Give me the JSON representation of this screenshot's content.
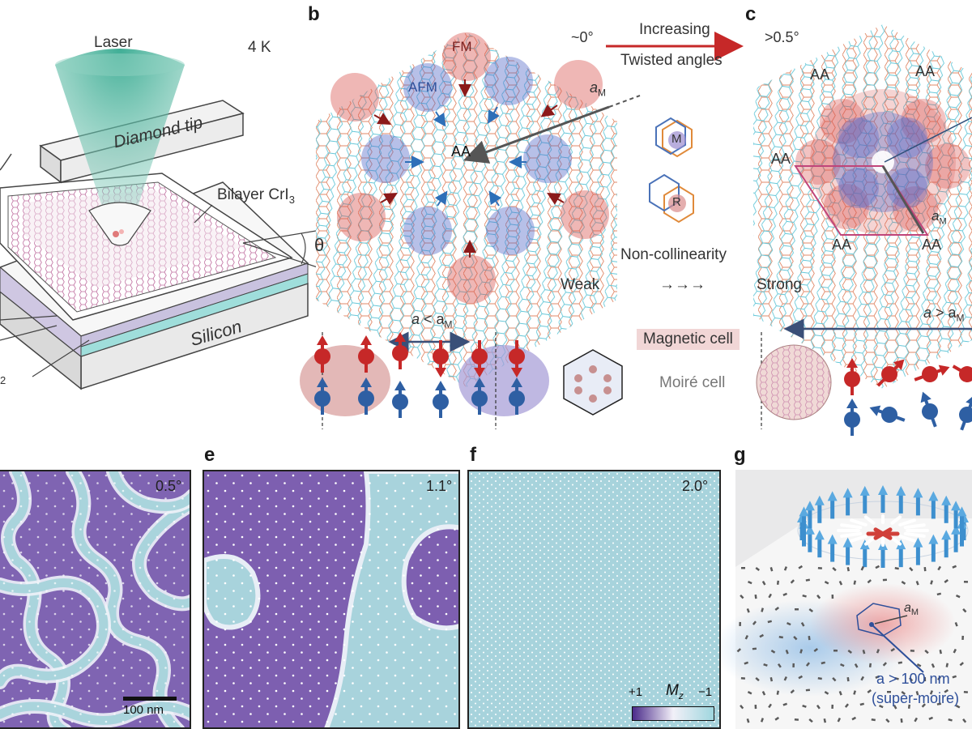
{
  "panels": {
    "a": {
      "laser": "Laser",
      "temp": "4 K",
      "tip": "Diamond tip",
      "sample_pre": "Bilayer CrI",
      "sample_sub": "3",
      "substrate": "Silicon",
      "angle": "θ",
      "cut_label": "2"
    },
    "b": {
      "letter": "b",
      "fm": "FM",
      "afm": "AFM",
      "center": "AA",
      "moire_sym": "a",
      "moire_sub": "M"
    },
    "middle": {
      "angle_low": "~0°",
      "angle_high": ">0.5°",
      "arrow_top": "Increasing",
      "arrow_bottom": "Twisted angles",
      "hex_m": "M",
      "hex_r": "R",
      "noncollinearity": "Non-collinearity",
      "weak": "Weak",
      "arrows": "→→→",
      "strong": "Strong"
    },
    "c": {
      "letter": "c",
      "aa": "AA",
      "moire_sym": "a",
      "moire_sub": "M"
    },
    "row2": {
      "cond_left_a": "a",
      "cond_left_rest": " < a",
      "cond_left_sub": "M",
      "cond_right_a": "a",
      "cond_right_rest": " > a",
      "cond_right_sub": "M",
      "magnetic_cell": "Magnetic cell",
      "moire_cell": "Moiré cell"
    },
    "d": {
      "angle": "0.5°",
      "scalebar": "100 nm"
    },
    "e": {
      "letter": "e",
      "angle": "1.1°"
    },
    "f": {
      "letter": "f",
      "angle": "2.0°",
      "cb_plus": "+1",
      "cb_minus": "−1",
      "cb_sym": "M",
      "cb_sub": "z"
    },
    "g": {
      "letter": "g",
      "moire_sym": "a",
      "moire_sub": "M",
      "size_line1": "a > 100 nm",
      "size_line2": "(super-moire)"
    }
  },
  "colors": {
    "red": "#c62828",
    "blue": "#2e5fa3",
    "purple": "#7a5fb0",
    "light_blue": "#b9dde3",
    "laser": "#1aa88a",
    "dark_red": "#8b1a1a"
  }
}
